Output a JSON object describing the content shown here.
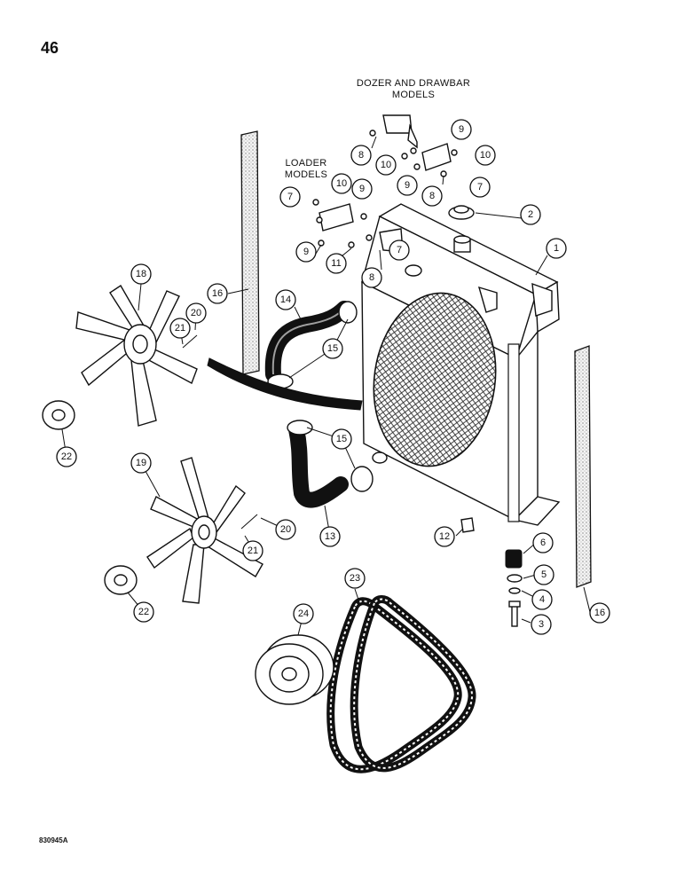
{
  "page_number": "46",
  "captions": {
    "dozer": [
      "DOZER AND DRAWBAR",
      "MODELS"
    ],
    "loader": [
      "LOADER",
      "MODELS"
    ]
  },
  "figure_code": "830945A",
  "callouts": [
    "1",
    "2",
    "3",
    "4",
    "5",
    "6",
    "7",
    "7",
    "7",
    "8",
    "8",
    "8",
    "9",
    "9",
    "9",
    "9",
    "10",
    "10",
    "10",
    "11",
    "12",
    "13",
    "14",
    "15",
    "15",
    "16",
    "16",
    "18",
    "19",
    "20",
    "20",
    "21",
    "21",
    "22",
    "22",
    "23",
    "24"
  ]
}
